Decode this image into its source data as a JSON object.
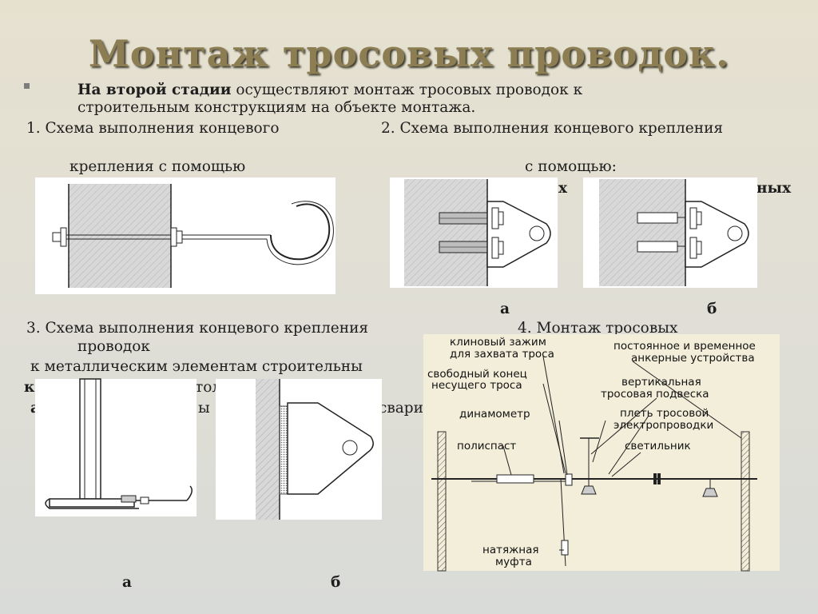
{
  "title": "Монтаж тросовых проводок.",
  "intro": {
    "bold": "На второй стадии",
    "rest": " осуществляют монтаж тросовых проводок к",
    "line2": "строительным конструкциям на объекте монтажа."
  },
  "scheme1": {
    "line1": "1. Схема выполнения концевого",
    "line2": "крепления с помощью"
  },
  "scheme2": {
    "line1": "2. Схема выполнения концевого крепления",
    "line2": "с помощью:",
    "frag_a": "х",
    "frag_b": "ных",
    "label_a": "а",
    "label_b": "б"
  },
  "scheme3": {
    "line1": "3. Схема выполнения концевого крепления",
    "line2": "проводок",
    "line3": "к металлическим элементам строительны",
    "frag1": "к",
    "frag2": "тол",
    "frag3": "а",
    "frag4": "ы",
    "frag5": "свари",
    "label_a": "а",
    "label_b": "б"
  },
  "scheme4": {
    "line1": "4. Монтаж тросовых"
  },
  "diagram_labels": {
    "wedge_clamp": [
      "клиновый зажим",
      "для захвата троса"
    ],
    "free_end": [
      "свободный конец",
      "несущего троса"
    ],
    "dynamometer": "динамометр",
    "polyspast": "полиспаст",
    "anchors": [
      "постоянное и временное",
      "анкерные устройства"
    ],
    "vertical_hanger": [
      "вертикальная",
      "тросовая подвеска"
    ],
    "wire_whip": [
      "плеть тросовой",
      "электропроводки"
    ],
    "lamp": "светильник",
    "coupling": [
      "натяжная",
      "муфта"
    ]
  },
  "colors": {
    "title": "#8c7e52",
    "wall": "#d2d2d2",
    "hatch": "#888888",
    "panel": "#ffffff"
  }
}
